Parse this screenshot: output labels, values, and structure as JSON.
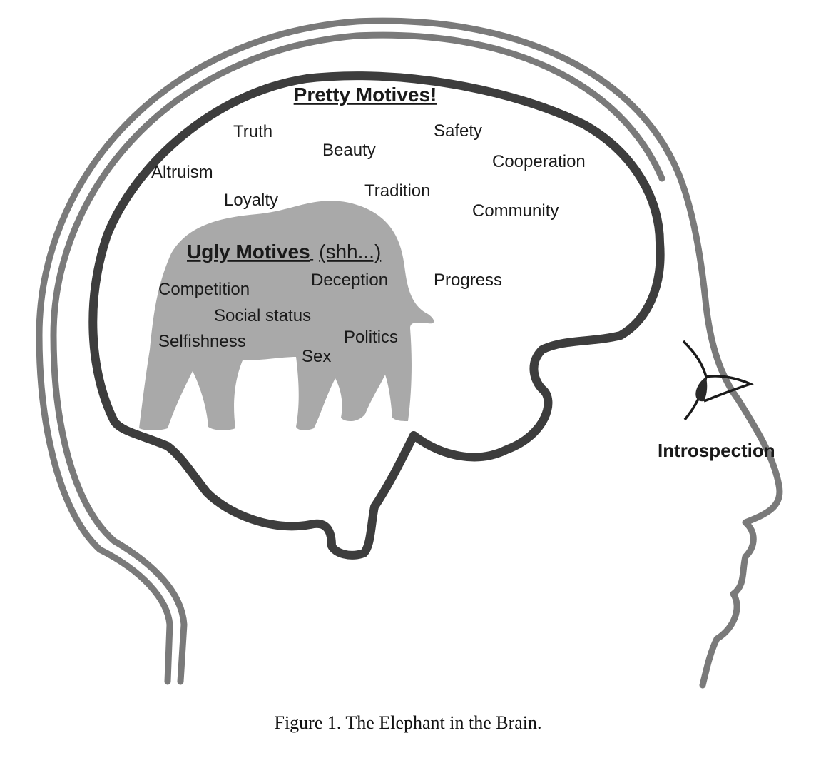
{
  "diagram": {
    "pretty_heading": "Pretty Motives!",
    "pretty_motives": [
      "Truth",
      "Beauty",
      "Safety",
      "Cooperation",
      "Altruism",
      "Tradition",
      "Loyalty",
      "Community",
      "Progress"
    ],
    "ugly_heading": "Ugly Motives",
    "ugly_heading_aside": "(shh...)",
    "ugly_motives": [
      "Competition",
      "Deception",
      "Social status",
      "Selfishness",
      "Politics",
      "Sex"
    ],
    "introspection_label": "Introspection"
  },
  "caption": "Figure 1. The Elephant in the Brain.",
  "colors": {
    "head_outline": "#7a7a7a",
    "brain_outline": "#3d3d3d",
    "elephant": "#a9a9a9",
    "text": "#1a1a1a"
  }
}
